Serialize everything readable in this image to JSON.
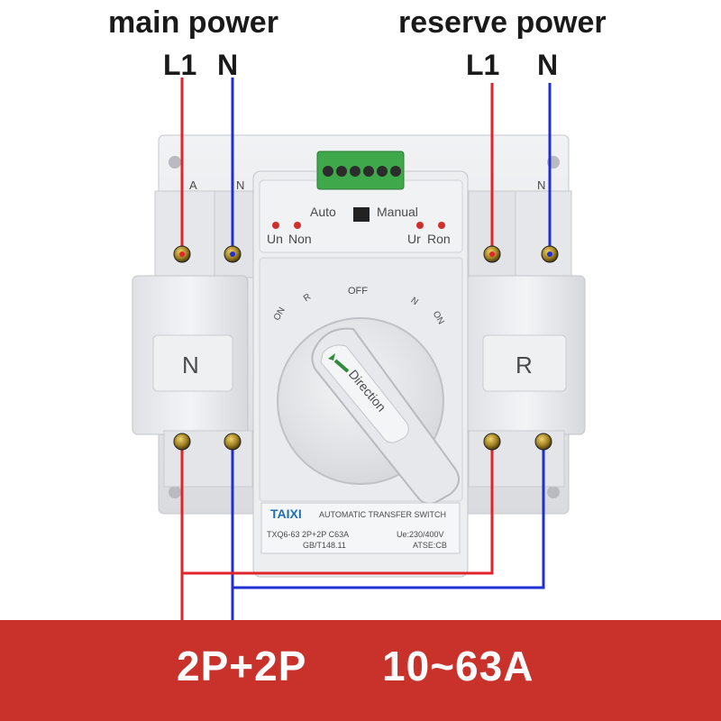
{
  "header": {
    "main_power": "main power",
    "reserve_power": "reserve power",
    "main_L1": "L1",
    "main_N": "N",
    "reserve_L1": "L1",
    "reserve_N": "N"
  },
  "device": {
    "panel_top_left_A": "A",
    "panel_top_left_N": "N",
    "panel_top_right_N": "N",
    "mode_auto": "Auto",
    "mode_manual": "Manual",
    "indicator_un": "Un",
    "indicator_non": "Non",
    "indicator_ur": "Ur",
    "indicator_ron": "Ron",
    "dial_off": "OFF",
    "dial_on_left": "ON",
    "dial_r": "R",
    "dial_n": "N",
    "dial_on_right": "ON",
    "handle_text": "Direction",
    "left_module_letter": "N",
    "right_module_letter": "R",
    "brand": "TAIXI",
    "product_name": "AUTOMATIC TRANSFER SWITCH",
    "model": "TXQ6-63 2P+2P C63A",
    "voltage": "Ue:230/400V",
    "standard": "GB/T148.11",
    "class": "ATSE:CB"
  },
  "banner": {
    "poles": "2P+2P",
    "current_range": "10~63A"
  },
  "colors": {
    "live_wire": "#e0262b",
    "neutral_wire": "#1f2fd1",
    "banner_red": "#c9312b",
    "housing_grey": "#e9eaec",
    "terminal_green": "#3fa84a"
  }
}
